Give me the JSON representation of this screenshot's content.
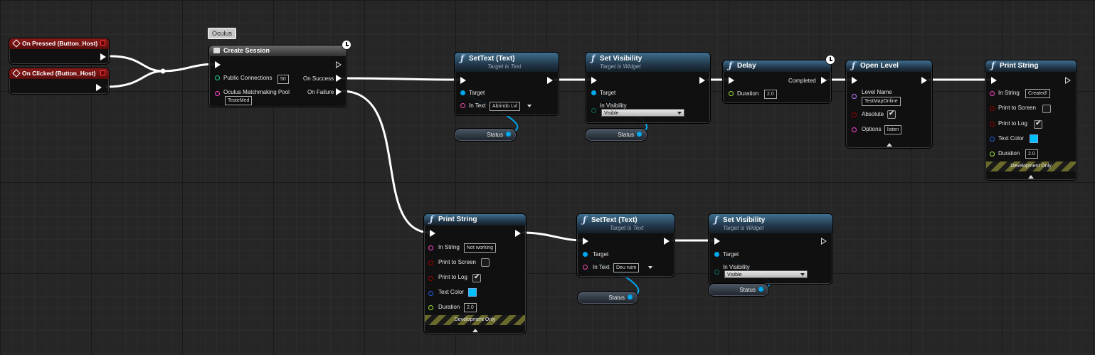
{
  "colors": {
    "exec": "#ffffff",
    "object_pin": "#00a8f0",
    "text_pin": "#e84da8",
    "string_pin": "#ff44cc",
    "bool_pin": "#990000",
    "int_pin": "#1ecf96",
    "float_pin": "#9ee33b",
    "struct_pin": "#1f5ee0",
    "byte_pin": "#0c6a5c",
    "event_header": "#8a1a1a",
    "function_header": "#3f6f8f",
    "swatch": "#00bfff"
  },
  "events": [
    {
      "label": "On Pressed (Button_Host)",
      "icon": "event-diamond-icon"
    },
    {
      "label": "On Clicked (Button_Host)",
      "icon": "event-diamond-icon"
    }
  ],
  "oculus_tag": "Oculus",
  "create_session": {
    "title": "Create Session",
    "public_connections_label": "Public Connections",
    "public_connections_value": "50",
    "pool_label": "Oculus Matchmaking Pool",
    "pool_value": "TesteMed",
    "on_success": "On Success",
    "on_failure": "On Failure"
  },
  "settext1": {
    "title": "SetText (Text)",
    "subtitle": "Target is Text",
    "target": "Target",
    "in_text_label": "In Text",
    "in_text_value": "Abrindo Lvl",
    "var": "Status"
  },
  "setvis1": {
    "title": "Set Visibility",
    "subtitle": "Target is Widget",
    "target": "Target",
    "in_vis_label": "In Visibility",
    "in_vis_value": "Visible",
    "var": "Status"
  },
  "delay": {
    "title": "Delay",
    "completed": "Completed",
    "duration_label": "Duration",
    "duration_value": "2.0"
  },
  "openlevel": {
    "title": "Open Level",
    "level_name_label": "Level Name",
    "level_name_value": "TestMapOnline",
    "absolute_label": "Absolute",
    "options_label": "Options",
    "options_value": "listen"
  },
  "print1": {
    "title": "Print String",
    "in_string_label": "In String",
    "in_string_value": "Created!",
    "print_screen": "Print to Screen",
    "print_log": "Print to Log",
    "text_color": "Text Color",
    "duration_label": "Duration",
    "duration_value": "2.0",
    "dev": "Development Only"
  },
  "print2": {
    "title": "Print String",
    "in_string_label": "In String",
    "in_string_value": "Not working",
    "print_screen": "Print to Screen",
    "print_log": "Print to Log",
    "text_color": "Text Color",
    "duration_label": "Duration",
    "duration_value": "2.0",
    "dev": "Development Only"
  },
  "settext2": {
    "title": "SetText (Text)",
    "subtitle": "Target is Text",
    "target": "Target",
    "in_text_label": "In Text",
    "in_text_value": "Deu ruim",
    "var": "Status"
  },
  "setvis2": {
    "title": "Set Visibility",
    "subtitle": "Target is Widget",
    "target": "Target",
    "in_vis_label": "In Visibility",
    "in_vis_value": "Visible",
    "var": "Status"
  }
}
